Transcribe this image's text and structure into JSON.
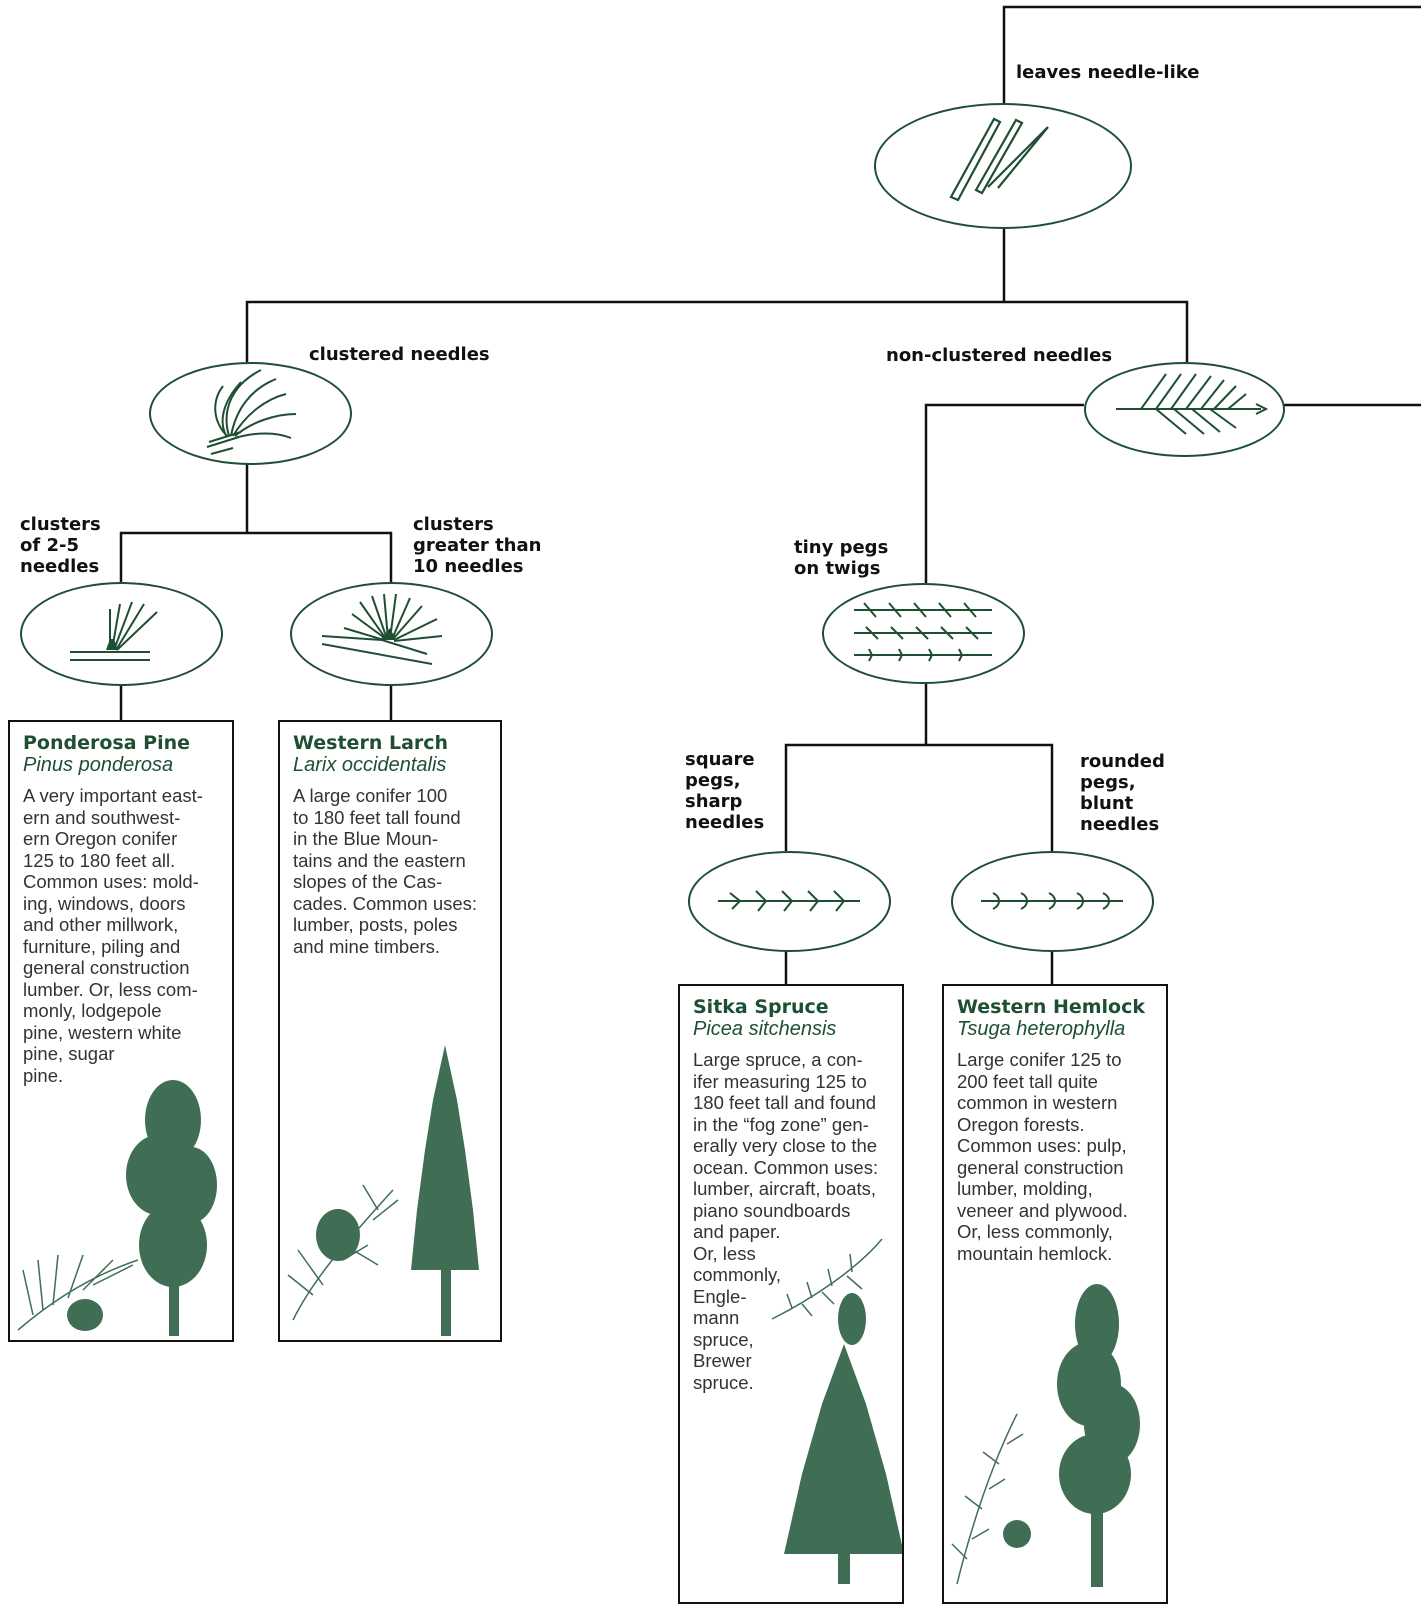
{
  "colors": {
    "accent": "#1f4f33",
    "line": "#111111",
    "illustration": "#3f6e55"
  },
  "branches": {
    "root": "leaves needle-like",
    "clustered": "clustered needles",
    "non_clustered": "non-clustered needles",
    "clusters_2_5": "clusters\nof 2-5\nneedles",
    "clusters_gt10": "clusters\ngreater than\n10 needles",
    "tiny_pegs": "tiny pegs\non twigs",
    "square_pegs": "square\npegs,\nsharp\nneedles",
    "rounded_pegs": "rounded\npegs,\nblunt\nneedles"
  },
  "nodes": {
    "needle_like": "needle-leaf-icon",
    "clustered": "needle-cluster-icon",
    "non_clustered": "flat-spray-icon",
    "clusters_2_5": "pine-fascicle-icon",
    "clusters_gt10": "larch-tuft-icon",
    "tiny_pegs": "pegged-twig-icon",
    "square_pegs": "square-peg-twig-icon",
    "rounded_pegs": "rounded-peg-twig-icon"
  },
  "species": [
    {
      "common": "Ponderosa Pine",
      "scientific": "Pinus ponderosa",
      "description": [
        "A very important east-",
        "ern and southwest-",
        "ern Oregon conifer",
        "125 to 180 feet all.",
        "Common uses: mold-",
        "ing, windows, doors",
        "and other millwork,",
        "furniture, piling and",
        "general construction",
        "lumber. Or, less com-",
        "monly, lodgepole",
        "pine, western white",
        "pine, sugar",
        "pine."
      ],
      "illustration": "ponderosa-pine-tree-icon"
    },
    {
      "common": "Western Larch",
      "scientific": "Larix occidentalis",
      "description": [
        "A large conifer 100",
        "to 180 feet tall found",
        "in the Blue Moun-",
        "tains and the eastern",
        "slopes of the Cas-",
        "cades. Common uses:",
        "lumber, posts, poles",
        "and mine timbers."
      ],
      "illustration": "western-larch-tree-icon"
    },
    {
      "common": "Sitka Spruce",
      "scientific": "Picea sitchensis",
      "description": [
        "Large spruce, a con-",
        "ifer measuring 125 to",
        "180 feet tall and found",
        "in the “fog zone” gen-",
        "erally very close to the",
        "ocean. Common uses:",
        "lumber, aircraft, boats,",
        "piano soundboards",
        "and paper.",
        "Or, less",
        "commonly,",
        "Engle-",
        "mann",
        "spruce,",
        "Brewer",
        "spruce."
      ],
      "illustration": "sitka-spruce-tree-icon"
    },
    {
      "common": "Western Hemlock",
      "scientific": "Tsuga heterophylla",
      "description": [
        "Large conifer 125 to",
        "200 feet tall quite",
        "common in western",
        "Oregon forests.",
        "Common uses: pulp,",
        "general construction",
        "lumber, molding,",
        "veneer and plywood.",
        "Or, less commonly,",
        "mountain hemlock."
      ],
      "illustration": "western-hemlock-tree-icon"
    }
  ]
}
